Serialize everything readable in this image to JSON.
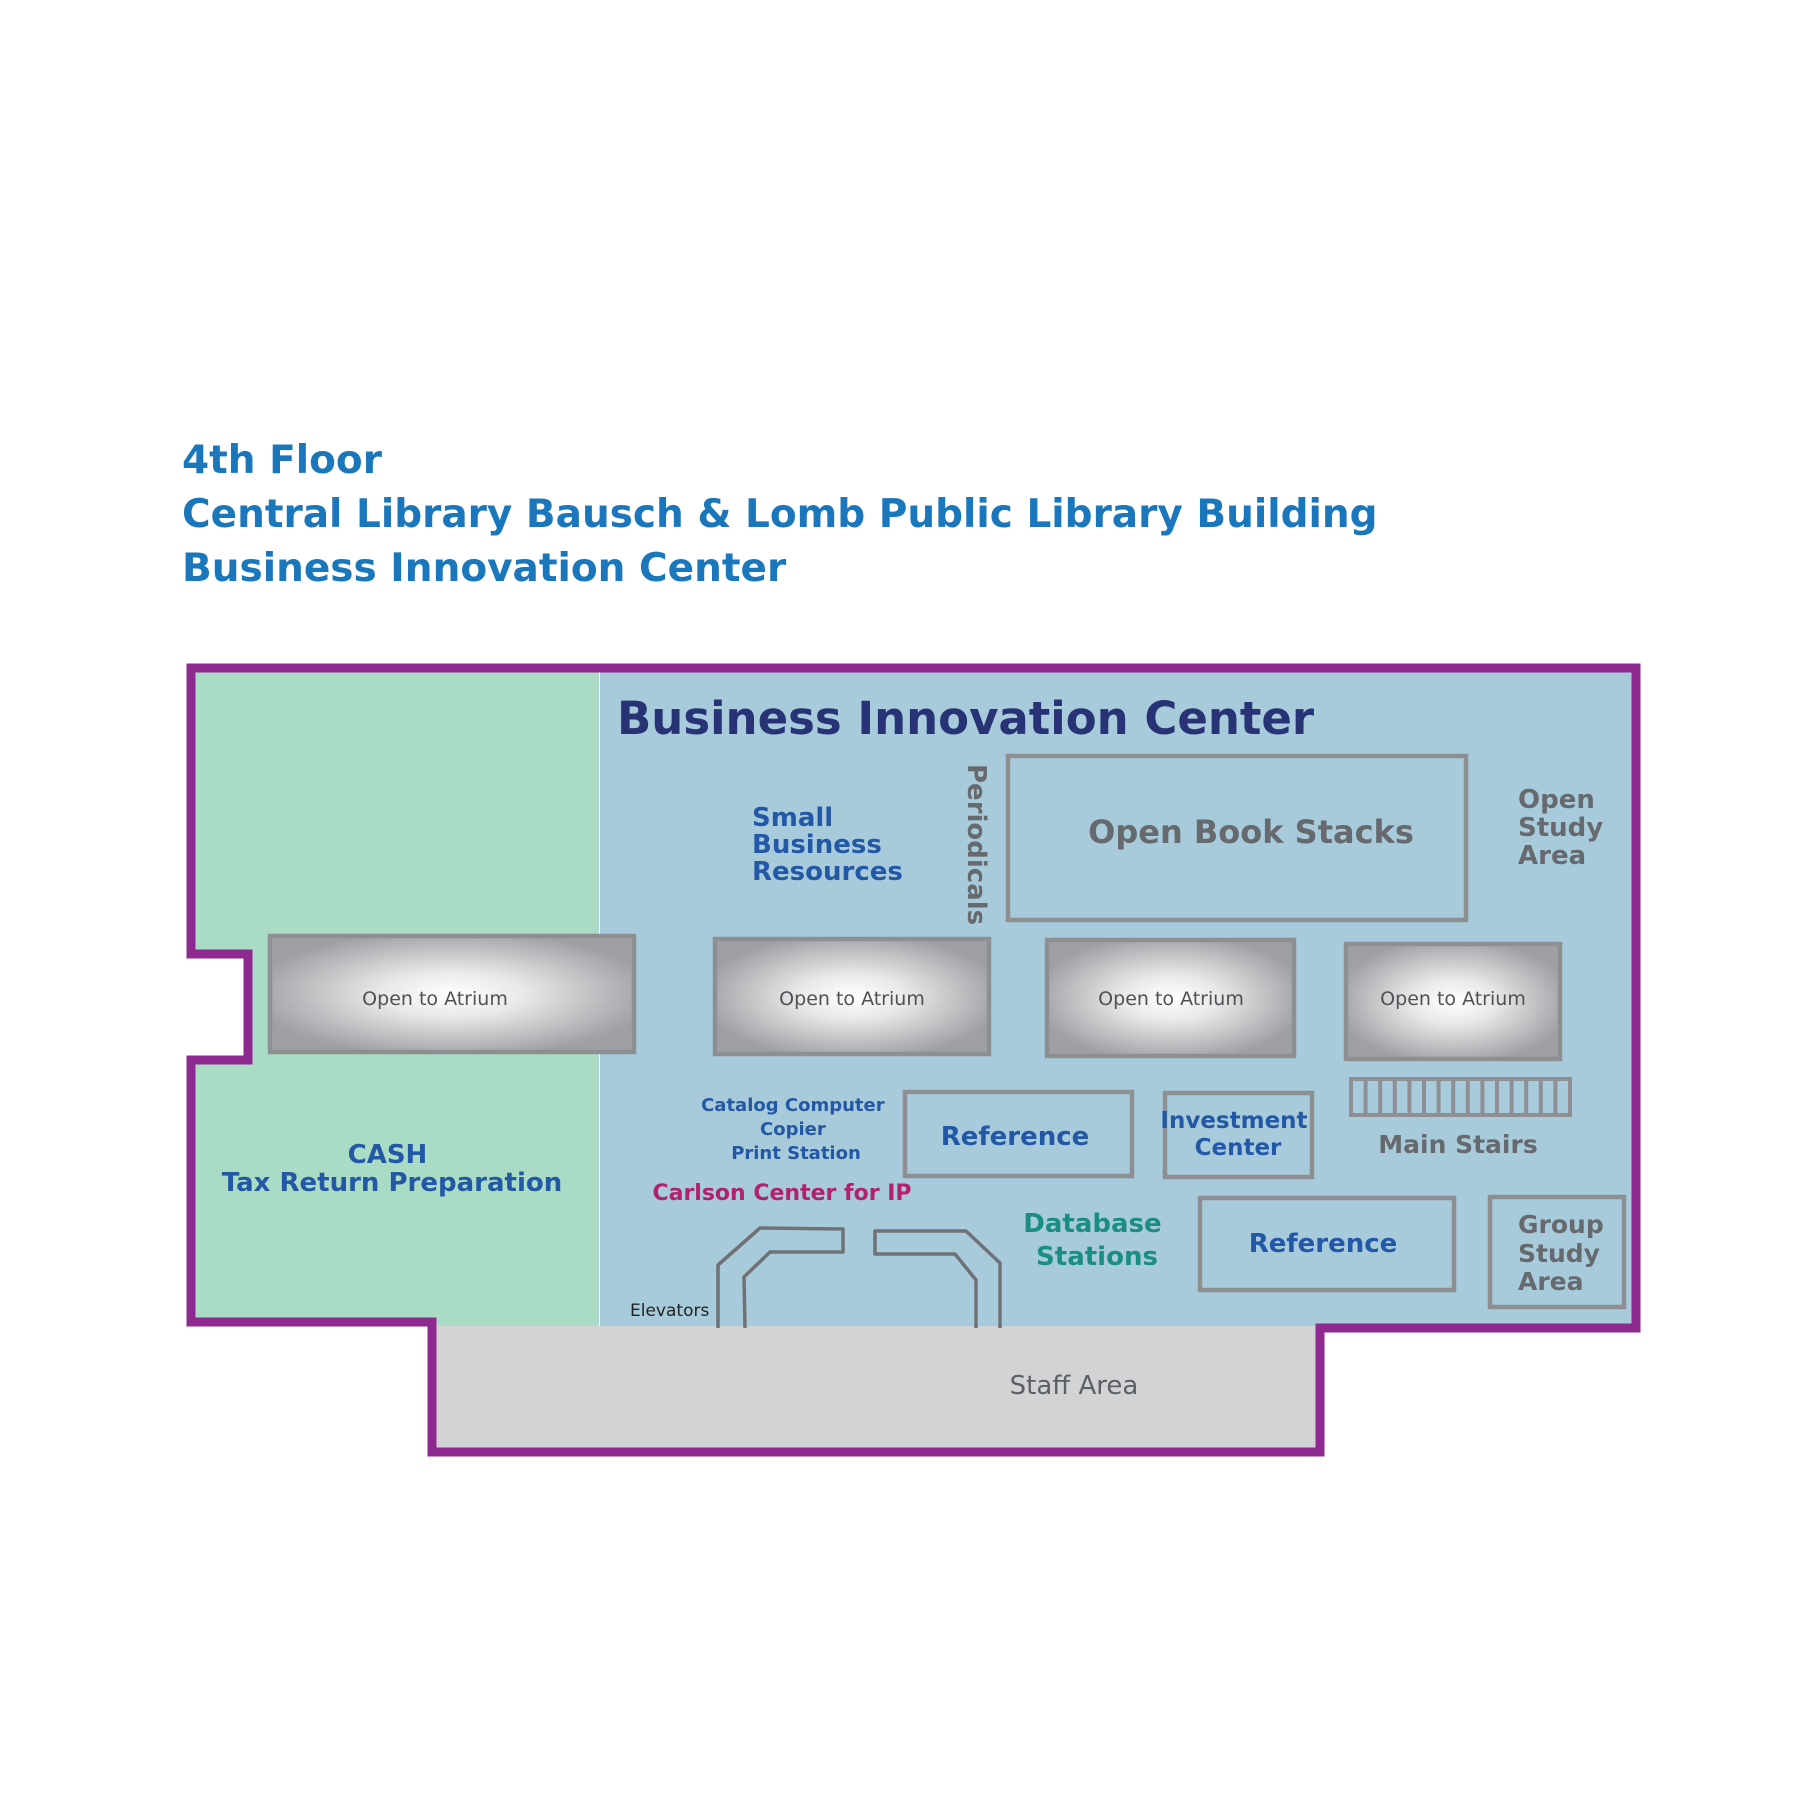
{
  "header": {
    "line1": "4th Floor",
    "line2": "Central Library Bausch & Lomb Public Library Building",
    "line3": "Business Innovation Center"
  },
  "colors": {
    "outline": "#8e2a8f",
    "green_area": "#a9dbc5",
    "blue_area": "#a7cbdb",
    "staff_area": "#d2d3d5",
    "header_text": "#1a77bb",
    "dark_navy": "#283375",
    "label_blue": "#2358a6",
    "label_gray": "#66696d",
    "label_teal": "#1a8e83",
    "label_magenta": "#b3206f"
  },
  "map": {
    "zone_title": "Business Innovation Center",
    "small_business": [
      "Small",
      "Business",
      "Resources"
    ],
    "periodicals": "Periodicals",
    "open_book_stacks": "Open Book Stacks",
    "open_study_area": [
      "Open",
      "Study",
      "Area"
    ],
    "atrium_label": "Open to Atrium",
    "catalog": [
      "Catalog Computer",
      "Copier",
      "Print Station"
    ],
    "carlson": "Carlson Center for IP",
    "reference_upper": "Reference",
    "investment_center": [
      "Investment",
      "Center"
    ],
    "main_stairs": "Main Stairs",
    "database_stations": [
      "Database",
      "Stations"
    ],
    "reference_lower": "Reference",
    "group_study_area": [
      "Group",
      "Study",
      "Area"
    ],
    "cash": [
      "CASH",
      "Tax Return Preparation"
    ],
    "elevators": "Elevators",
    "staff_area": "Staff Area"
  }
}
